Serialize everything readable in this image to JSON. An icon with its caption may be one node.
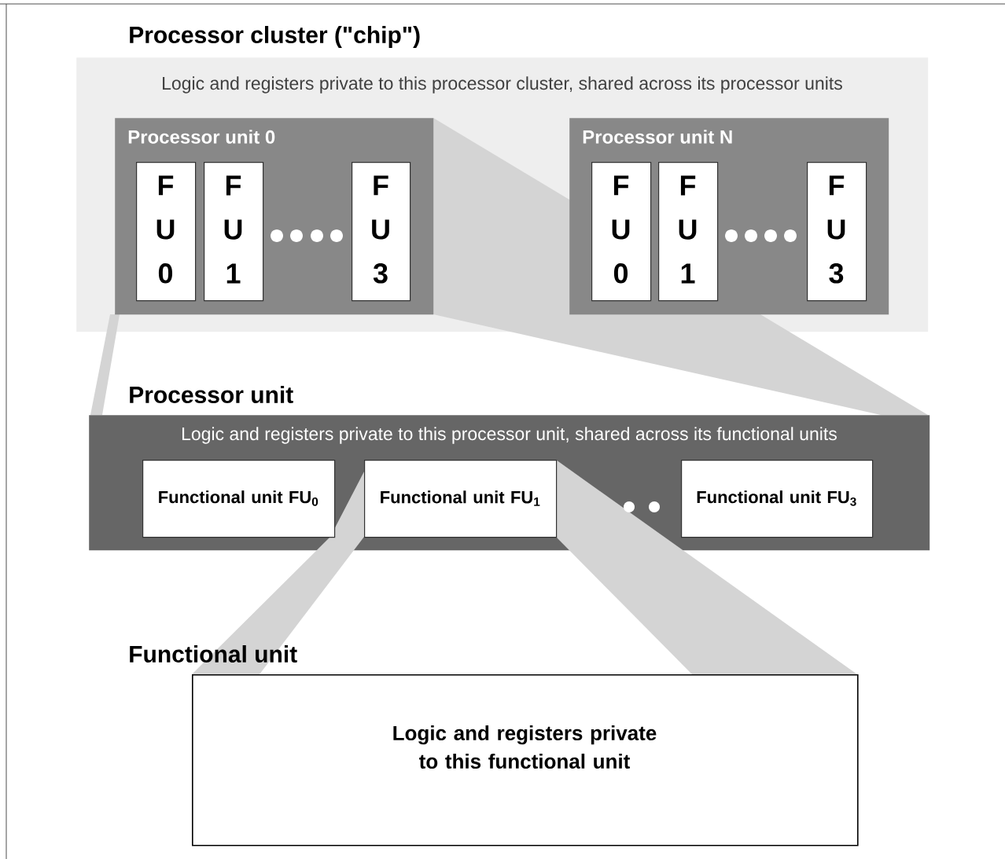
{
  "diagram": {
    "nodes": [
      {
        "text": [
          "Processor cluster (\"chip\")",
          "Logic and registers private to this processor cluster, shared across its processor units"
        ]
      },
      {
        "text": [
          "Processor unit 0"
        ],
        "in": 0
      },
      {
        "text": [
          "F U 0"
        ],
        "in": 1
      },
      {
        "text": [
          "F U 1"
        ],
        "in": 1
      },
      {
        "text": [
          "F U 3"
        ],
        "in": 1
      },
      {
        "text": [
          "Processor unit N"
        ],
        "in": 0
      },
      {
        "text": [
          "F U 0"
        ],
        "in": 5
      },
      {
        "text": [
          "F U 1"
        ],
        "in": 5
      },
      {
        "text": [
          "F U 3"
        ],
        "in": 5
      },
      {
        "text": [
          "Processor unit",
          "Logic and registers private to this processor unit, shared across its functional units"
        ]
      },
      {
        "text": [
          "Functional unit FU$_{0}$"
        ],
        "in": 9
      },
      {
        "text": [
          "Functional unit FU$_{1}$"
        ],
        "in": 9
      },
      {
        "text": [
          "Functional unit FU$_{3}$"
        ],
        "in": 9
      },
      {
        "text": [
          "Functional unit",
          "Logic and registers private to this functional unit"
        ]
      }
    ]
  }
}
